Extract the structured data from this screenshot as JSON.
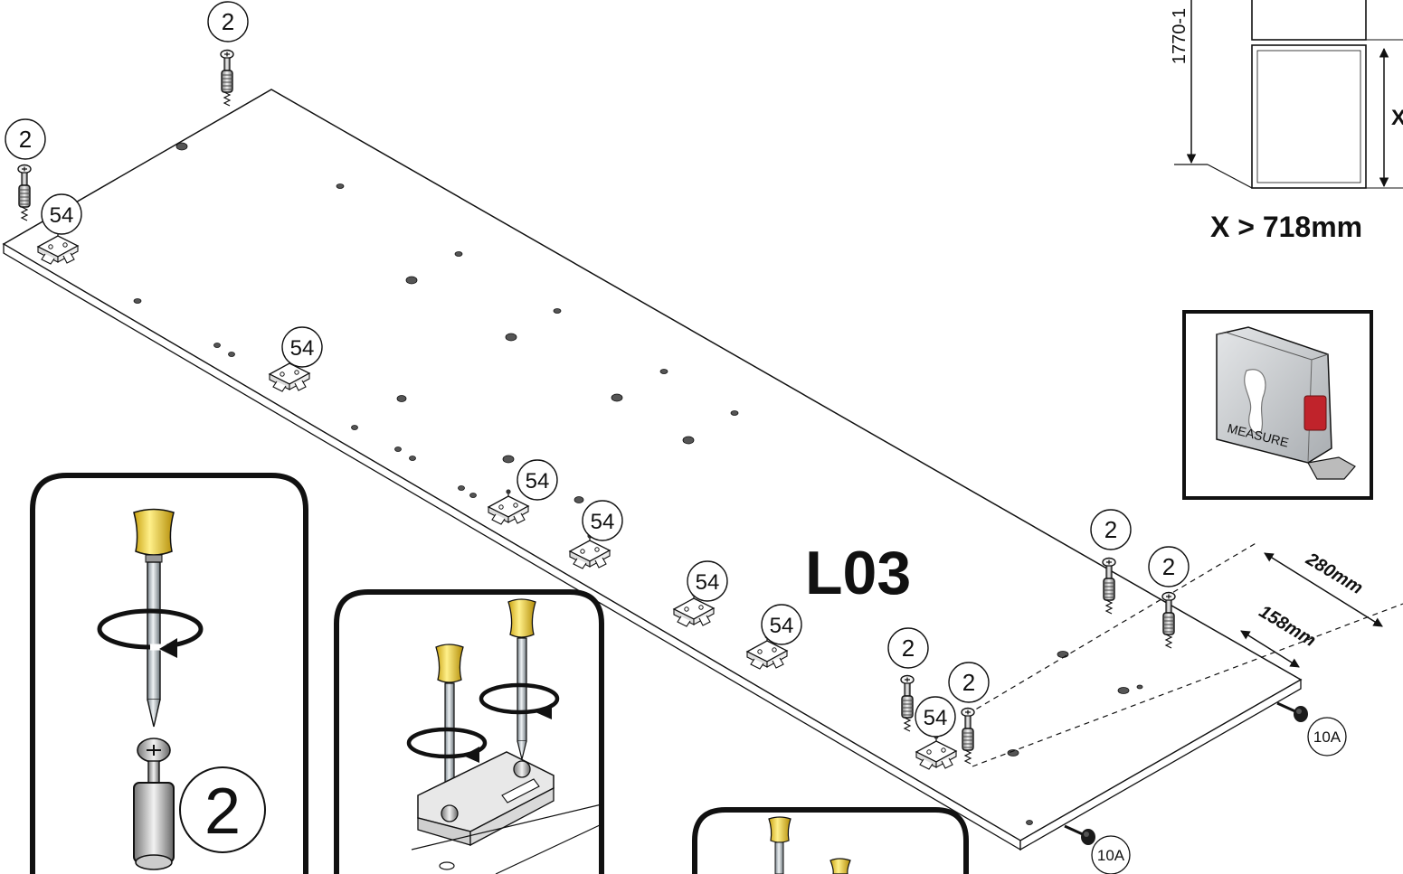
{
  "title": "L03",
  "callouts": {
    "screw_part": "2",
    "hinge_plate_part": "54",
    "handle_part": "10A"
  },
  "detail_part_number": "2",
  "dimensions": {
    "upper_offset": "280mm",
    "lower_offset": "158mm",
    "height_range": "1770-1",
    "gap_marker": "X",
    "gap_condition": "X > 718mm"
  },
  "tape_measure_label": "MEASURE",
  "colors": {
    "screwdriver_handle": "#f3d22b",
    "tape_button": "#c0232b",
    "line": "#111111"
  }
}
